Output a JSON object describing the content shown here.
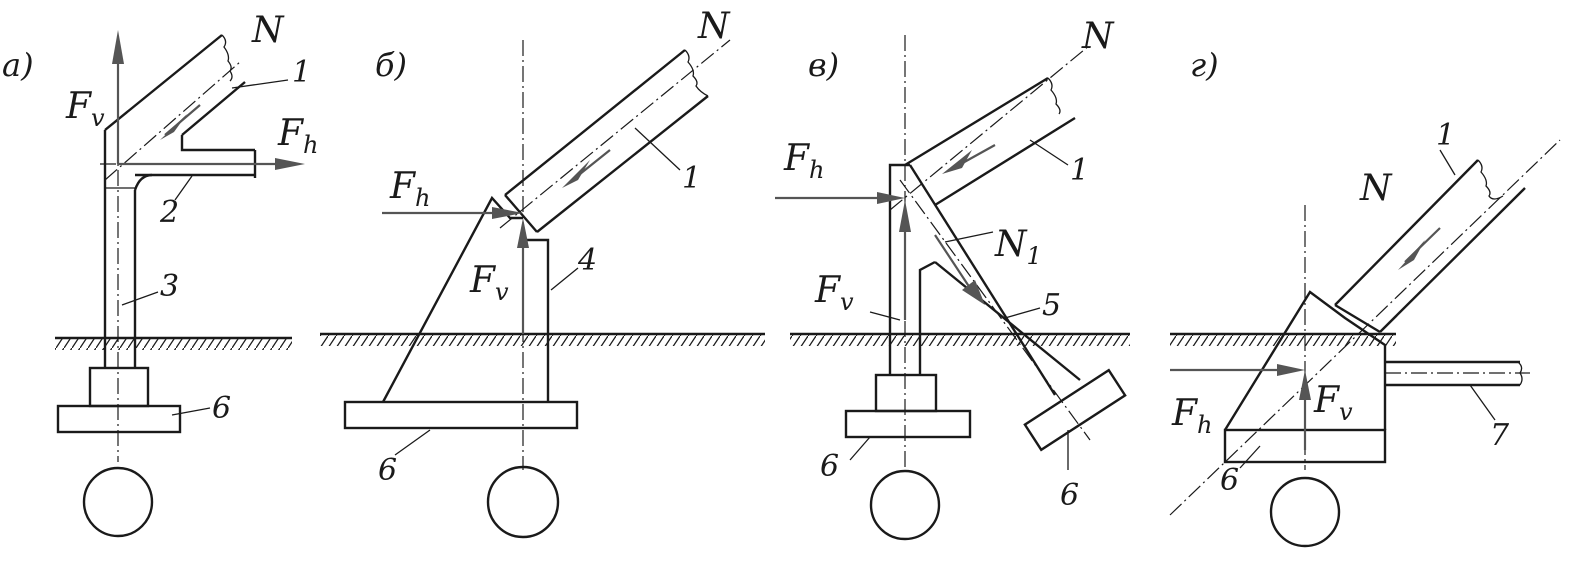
{
  "panels": [
    {
      "id": "a",
      "label": "а)"
    },
    {
      "id": "b",
      "label": "б)"
    },
    {
      "id": "v",
      "label": "в)"
    },
    {
      "id": "g",
      "label": "г)"
    }
  ],
  "labels": {
    "N": "N",
    "Fv": "F",
    "Fv_sub": "v",
    "Fh": "F",
    "Fh_sub": "h",
    "N1": "N",
    "N1_sub": "1",
    "part_1": "1",
    "part_2": "2",
    "part_3": "3",
    "part_4": "4",
    "part_5": "5",
    "part_6": "6",
    "part_7": "7"
  },
  "colors": {
    "line": "#1a1a1a",
    "force_arrow": "#555555"
  }
}
